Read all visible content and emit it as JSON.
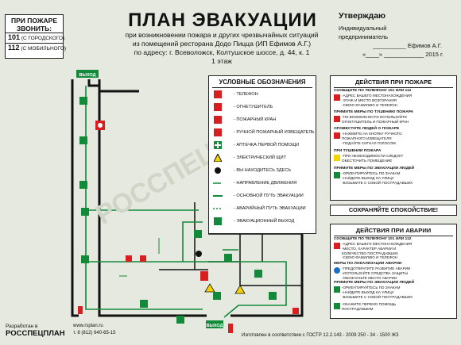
{
  "fire_call": {
    "title": "ПРИ ПОЖАРЕ ЗВОНИТЬ:",
    "line1_num": "101",
    "line1_text": "(С ГОРОДСКОГО)",
    "line2_num": "112",
    "line2_text": "(С МОБИЛЬНОГО)"
  },
  "title": "ПЛАН ЭВАКУАЦИИ",
  "subtitle": [
    "при возникновении пожара и других чрезвычайных ситуаций",
    "из помещений ресторана Додо Пицца (ИП Ефимов А.Г.)",
    "по адресу: г. Всеволожск, Колтушское шоссе, д. 44, к. 1",
    "1 этаж"
  ],
  "approval": {
    "title": "Утверждаю",
    "line1": "Индивидуальный",
    "line2": "предприниматель",
    "sign": "Ефимов А.Г.",
    "date": "«____» ____________ 2015 г."
  },
  "legend": {
    "title": "УСЛОВНЫЕ ОБОЗНАЧЕНИЯ",
    "items": [
      "- ТЕЛЕФОН",
      "- ОГНЕТУШИТЕЛЬ",
      "- ПОЖАРНЫЙ КРАН",
      "- РУЧНОЙ ПОЖАРНЫЙ ИЗВЕЩАТЕЛЬ",
      "- АПТЕЧКА ПЕРВОЙ ПОМОЩИ",
      "- ЭЛЕКТРИЧЕСКИЙ ЩИТ",
      "- ВЫ НАХОДИТЕСЬ ЗДЕСЬ",
      "- НАПРАВЛЕНИЕ ДВИЖЕНИЯ",
      "- ОСНОВНОЙ ПУТЬ ЭВАКУАЦИИ",
      "- АВАРИЙНЫЙ ПУТЬ ЭВАКУАЦИИ",
      "- ЭВАКУАЦИОННЫЙ ВЫХОД"
    ]
  },
  "fire_actions": {
    "title": "ДЕЙСТВИЯ ПРИ ПОЖАРЕ",
    "sections": [
      {
        "t": "СООБЩИТЕ ПО ТЕЛЕФОНУ 101 ИЛИ 112",
        "b": [
          "-АДРЕС ВАШЕГО МЕСТОНАХОЖДЕНИЯ",
          "-ЭТАЖ И МЕСТО ВОЗГОРАНИЯ",
          "-СВОЮ ФАМИЛИЮ И ТЕЛЕФОН"
        ]
      },
      {
        "t": "ПРИМИТЕ МЕРЫ ПО ТУШЕНИЮ ПОЖАРА",
        "b": [
          "-ПО ВОЗМОЖНОСТИ ИСПОЛЬЗУЙТЕ",
          "ОГНЕТУШИТЕЛЬ И ПОЖАРНЫЙ КРАН"
        ]
      },
      {
        "t": "ОПОВЕСТИТЕ ЛЮДЕЙ О ПОЖАРЕ",
        "b": [
          "-НАЖМИТЕ НА КНОПКУ РУЧНОГО",
          "ПОЖАРНОГО ИЗВЕЩАТЕЛЯ",
          "-ПОДАЙТЕ СИГНАЛ ГОЛОСОМ"
        ]
      },
      {
        "t": "ПРИ ТУШЕНИИ ПОЖАРА",
        "b": [
          "-ПРИ НЕОБХОДИМОСТИ СЛЕДУЕТ",
          "ОБЕСТОЧИТЬ ПОМЕЩЕНИЕ"
        ]
      },
      {
        "t": "ПРИМИТЕ МЕРЫ ПО ЭВАКУАЦИИ ЛЮДЕЙ",
        "b": [
          "-ОРИЕНТИРУЙТЕСЬ ПО ЗНАКАМ",
          "-НАЙДИТЕ ВЫХОД НА УЛИЦУ",
          "-ВОЗЬМИТЕ С СОБОЙ ПОСТРАДАВШИХ"
        ]
      }
    ]
  },
  "calm": "СОХРАНЯЙТЕ СПОКОЙСТВИЕ!",
  "accident_actions": {
    "title": "ДЕЙСТВИЯ ПРИ АВАРИИ",
    "sections": [
      {
        "t": "СООБЩИТЕ ПО ТЕЛЕФОНУ 101 ИЛИ 112",
        "b": [
          "-АДРЕС ВАШЕГО МЕСТОНАХОЖДЕНИЯ",
          "-МЕСТО, ХАРАКТЕР АВАРИИ И",
          "КОЛИЧЕСТВО ПОСТРАДАВШИХ",
          "-СВОЮ ФАМИЛИЮ И ТЕЛЕФОН"
        ]
      },
      {
        "t": "МЕРЫ ПО ЛОКАЛИЗАЦИИ АВАРИИ",
        "b": [
          "-ПРЕДОТВРАТИТЕ РАЗВИТИЕ АВАРИИ",
          "-ИСПОЛЬЗУЙТЕ СРЕДСТВА ЗАЩИТЫ",
          "-ОБОЗНАЧЬТЕ МЕСТО АВАРИИ"
        ]
      },
      {
        "t": "ПРИМИТЕ МЕРЫ ПО ЭВАКУАЦИИ ЛЮДЕЙ",
        "b": [
          "-ОРИЕНТИРУЙТЕСЬ ПО ЗНАКАМ",
          "-НАЙДИТЕ ВЫХОД НА УЛИЦУ",
          "-ВОЗЬМИТЕ С СОБОЙ ПОСТРАДАВШИХ"
        ]
      },
      {
        "t": "",
        "b": [
          "-ОКАЖИТЕ ПЕРВУЮ ПОМОЩЬ",
          "ПОСТРАДАВШИМ"
        ]
      }
    ]
  },
  "plan": {
    "exit_label": "ВЫХОД"
  },
  "footer": {
    "developed": "Разработан в",
    "brand": "РОССПЕЦПЛАН",
    "site": "www.rsplan.ru",
    "phone": "т. 8 (812) 640-65-15",
    "gost": "Изготовлен в соответствии с ГОСТР 12.2.143 - 2009 250 - 34 - 1500 ЖЗ"
  },
  "colors": {
    "green": "#128a3a",
    "red": "#d81e1e",
    "wall": "#111111",
    "bg": "#e6e9df"
  }
}
